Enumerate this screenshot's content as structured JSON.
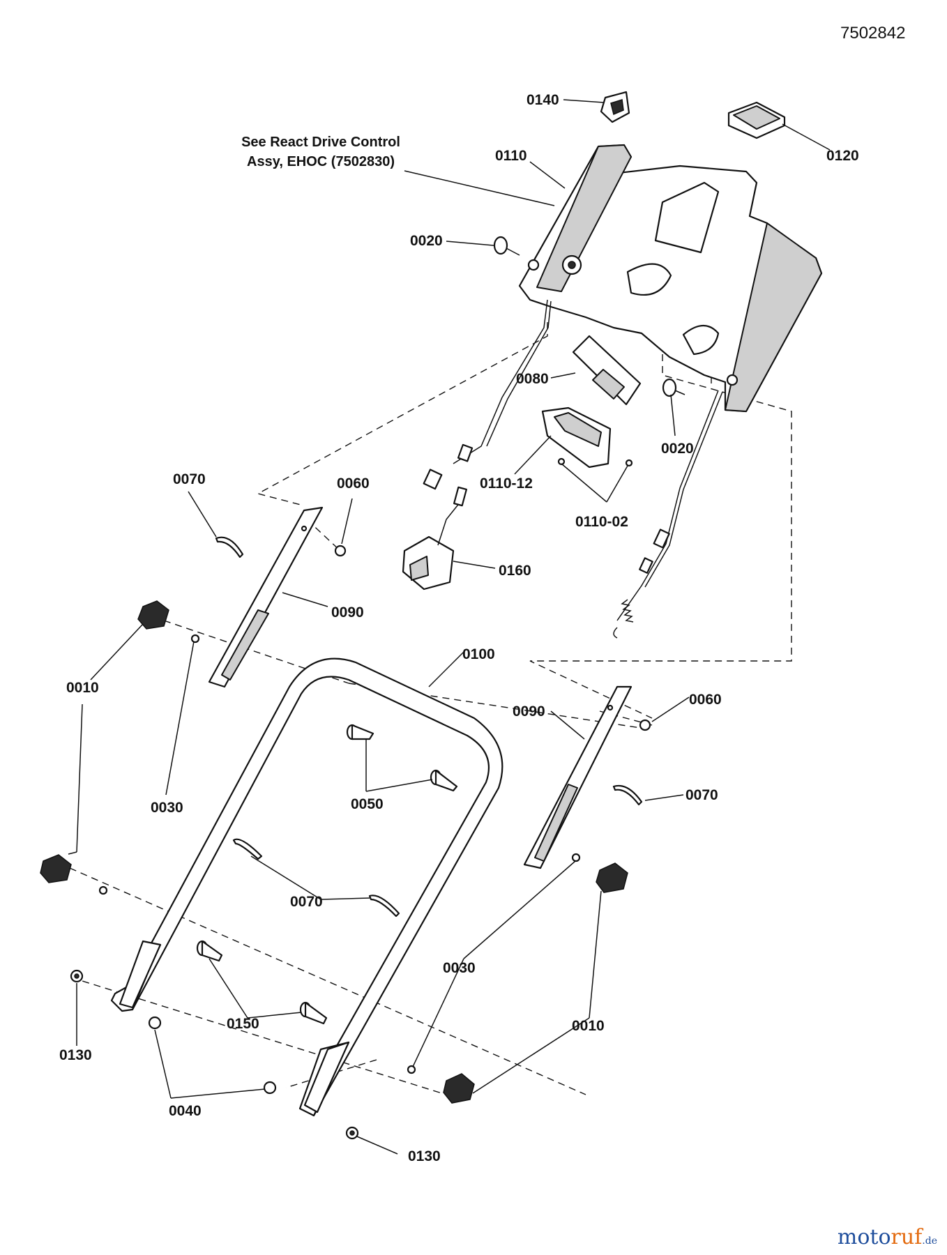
{
  "document_number": "7502842",
  "note": {
    "line1": "See React Drive Control",
    "line2": "Assy, EHOC (7502830)"
  },
  "labels": {
    "p0140": "0140",
    "p0120": "0120",
    "p0110": "0110",
    "p0020a": "0020",
    "p0020b": "0020",
    "p0080": "0080",
    "p0110_12": "0110-12",
    "p0110_02": "0110-02",
    "p0070a": "0070",
    "p0060a": "0060",
    "p0160": "0160",
    "p0090a": "0090",
    "p0010a": "0010",
    "p0100": "0100",
    "p0090b": "0090",
    "p0060b": "0060",
    "p0030a": "0030",
    "p0050": "0050",
    "p0070b": "0070",
    "p0070c": "0070",
    "p0030b": "0030",
    "p0010b": "0010",
    "p0150": "0150",
    "p0130a": "0130",
    "p0040": "0040",
    "p0130b": "0130"
  },
  "watermark": {
    "part1": "moto",
    "part2": "ruf",
    "part3": ".de"
  }
}
